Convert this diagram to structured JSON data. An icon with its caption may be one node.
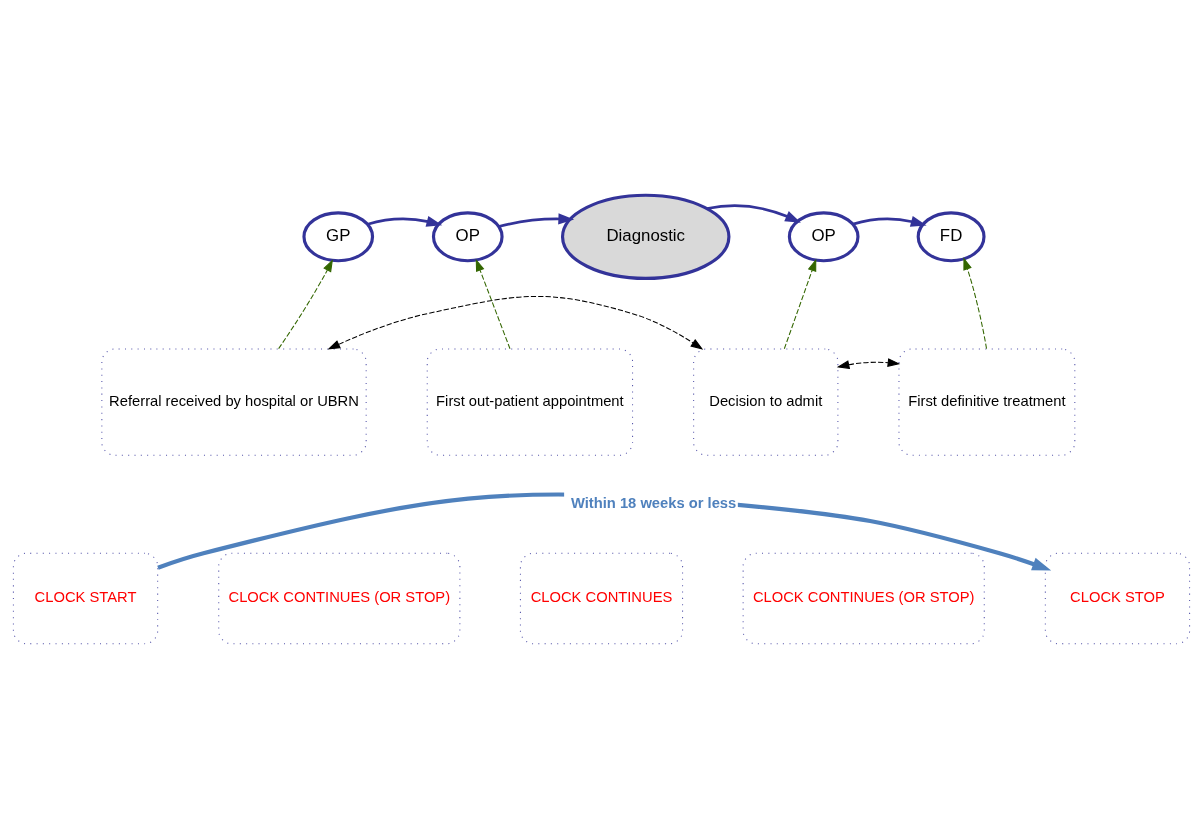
{
  "diagram": {
    "nodes": [
      {
        "text": [
          "GP"
        ]
      },
      {
        "text": [
          "OP"
        ]
      },
      {
        "text": [
          "Diagnostic"
        ]
      },
      {
        "text": [
          "OP"
        ]
      },
      {
        "text": [
          "FD"
        ]
      },
      {
        "text": [
          "Referral received by hospital or UBRN"
        ]
      },
      {
        "text": [
          "First out-patient appointment"
        ]
      },
      {
        "text": [
          "Decision to admit"
        ]
      },
      {
        "text": [
          "First definitive treatment"
        ]
      },
      {
        "text": [
          "CLOCK START"
        ]
      },
      {
        "text": [
          "CLOCK CONTINUES (OR STOP)"
        ]
      },
      {
        "text": [
          "CLOCK CONTINUES"
        ]
      },
      {
        "text": [
          "CLOCK CONTINUES (OR STOP)"
        ]
      },
      {
        "text": [
          "CLOCK STOP"
        ]
      }
    ],
    "edges": [
      {
        "from": 0,
        "to": 1,
        "arrow": "to"
      },
      {
        "from": 1,
        "to": 2,
        "arrow": "to"
      },
      {
        "from": 2,
        "to": 3,
        "arrow": "to"
      },
      {
        "from": 3,
        "to": 4,
        "arrow": "to"
      },
      {
        "from": 5,
        "to": 0,
        "arrow": "to",
        "style": "dashed",
        "color": "#336600"
      },
      {
        "from": 6,
        "to": 1,
        "arrow": "to",
        "style": "dashed",
        "color": "#336600"
      },
      {
        "from": 7,
        "to": 3,
        "arrow": "to",
        "style": "dashed",
        "color": "#336600"
      },
      {
        "from": 8,
        "to": 4,
        "arrow": "to",
        "style": "dashed",
        "color": "#336600"
      },
      {
        "from": 5,
        "to": 7,
        "arrow": "both",
        "style": "dashed",
        "color": "#000000"
      },
      {
        "from": 7,
        "to": 8,
        "arrow": "both",
        "style": "dashed",
        "color": "#000000"
      },
      {
        "from": 9,
        "to": 13,
        "arrow": "to",
        "style": "thick",
        "color": "#4f81bd",
        "label": "Within 18 weeks or less"
      }
    ]
  }
}
